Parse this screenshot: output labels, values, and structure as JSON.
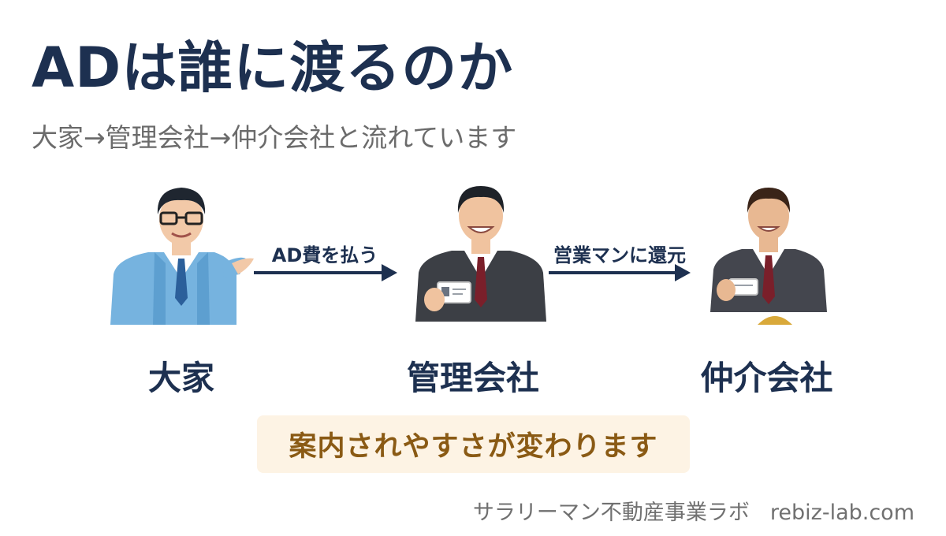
{
  "title": "ADは誰に渡るのか",
  "subtitle": "大家→管理会社→仲介会社と流れています",
  "nodes": [
    {
      "label": "大家"
    },
    {
      "label": "管理会社"
    },
    {
      "label": "仲介会社"
    }
  ],
  "edges": [
    {
      "from": "大家",
      "to": "管理会社",
      "label": "AD費を払う"
    },
    {
      "from": "管理会社",
      "to": "仲介会社",
      "label": "営業マンに還元"
    }
  ],
  "note": "案内されやすさが変わります",
  "footer": {
    "brand": "サラリーマン不動産事業ラボ",
    "site": "rebiz-lab.com"
  },
  "colors": {
    "navy": "#1d3050",
    "note_bg": "#fdf3e4",
    "note_text": "#8a5a14",
    "subtitle": "#6b6b6b"
  }
}
